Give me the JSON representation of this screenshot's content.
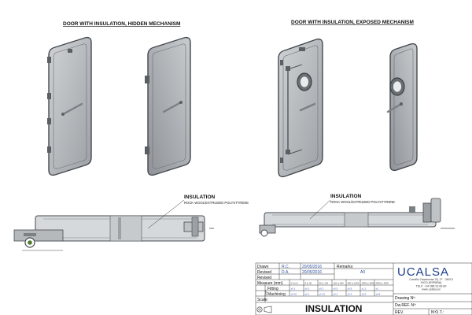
{
  "titles": {
    "hidden": "DOOR WITH INSULATION, HIDDEN MECHANISM",
    "exposed": "DOOR WITH INSULATION, EXPOSED MECHANISM"
  },
  "callouts": {
    "left_label": "INSULATION",
    "left_sub": "ROCK WOOL/EXTRUDED POLYSTYRENE",
    "right_label": "INSULATION",
    "right_sub": "ROCK WOOL/EXTRUDED POLYSTYRENE"
  },
  "title_block": {
    "drawn_label": "Drawn",
    "drawn_by": "R.C.",
    "drawn_date": "20/05/2016",
    "revised_label": "Revised",
    "revised_by": "D.A.",
    "revised_date": "20/05/2016",
    "revised2_label": "Revised",
    "remarks_label": "Remarks:",
    "remarks_value": "A0",
    "measure_label": "Measure (mm)",
    "measure_cols": [
      "0.5 to 6",
      "6 to 30",
      "30 to 120",
      "120 to 400",
      "400 to 1000",
      "1000 to 2000",
      "2000 to 4000"
    ],
    "fitting_label": "Fitting",
    "fitting_values": [
      "±0.1",
      "±0.2",
      "±0.3",
      "±0.5",
      "±0.8",
      "±1.2",
      "±2"
    ],
    "machining_label": "Machining",
    "machining_values": [
      "±0.05",
      "±0.1",
      "±0.15",
      "±0.2",
      "±0.3",
      "±0.5",
      "±0.8"
    ],
    "toler_label": "Toler.",
    "scale_label": "Scale:",
    "drawing_title": "INSULATION",
    "company_logo": "UCALSA",
    "company_lines": [
      "Camiño Casanovas 25, 27 · 36213",
      "VIGO (ESPAÑA)",
      "TELF: +34 986 23 89 80",
      "www.ucalsa.es"
    ],
    "drawing_no_label": "Drawing Nº:",
    "dw_ref_label": "Dw.REF. Nº:",
    "rev_label": "REV.",
    "no_t_label": "NºO.T.:"
  },
  "colors": {
    "door_fill": "#b9bcbf",
    "door_edge": "#44494e",
    "handle": "#7b8085",
    "section_fill": "#d6d9dc",
    "accent_blue": "#2a4fa0"
  }
}
